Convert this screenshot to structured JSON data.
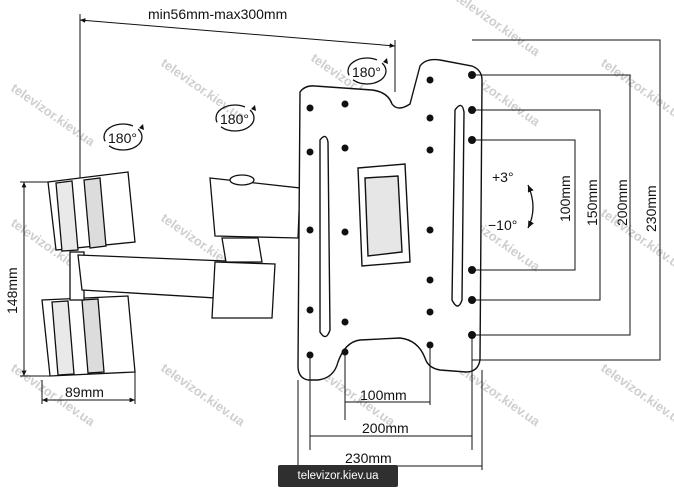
{
  "diagram": {
    "range_label": "min56mm-max300mm",
    "rotations": [
      "180°",
      "180°",
      "180°"
    ],
    "tilt_up": "+3°",
    "tilt_down": "−10°",
    "vertical_dims": [
      "100mm",
      "150mm",
      "200mm",
      "230mm"
    ],
    "horizontal_dims": [
      "100mm",
      "200mm",
      "230mm"
    ],
    "wall_height": "148mm",
    "wall_width": "89mm"
  },
  "watermark": "televizor.kiev.ua",
  "footer": "televizor.kiev.ua"
}
